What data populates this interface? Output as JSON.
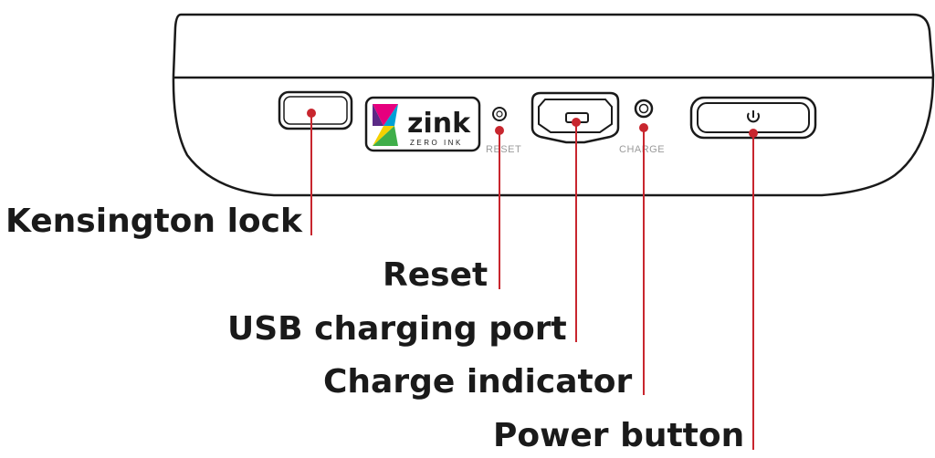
{
  "device": {
    "logo_text": "zink",
    "logo_subtext": "ZERO INK",
    "reset_port_label": "RESET",
    "charge_led_label": "CHARGE",
    "power_icon": "power-icon"
  },
  "callouts": [
    {
      "id": "kensington",
      "label": "Kensington lock"
    },
    {
      "id": "reset",
      "label": "Reset"
    },
    {
      "id": "usb",
      "label": "USB charging port"
    },
    {
      "id": "charge",
      "label": "Charge indicator"
    },
    {
      "id": "power",
      "label": "Power button"
    }
  ],
  "colors": {
    "leader_line": "#c8262e",
    "outline": "#1a1a1a",
    "logo_magenta": "#e6007e",
    "logo_cyan": "#00a0d6",
    "logo_yellow": "#f4d100"
  }
}
